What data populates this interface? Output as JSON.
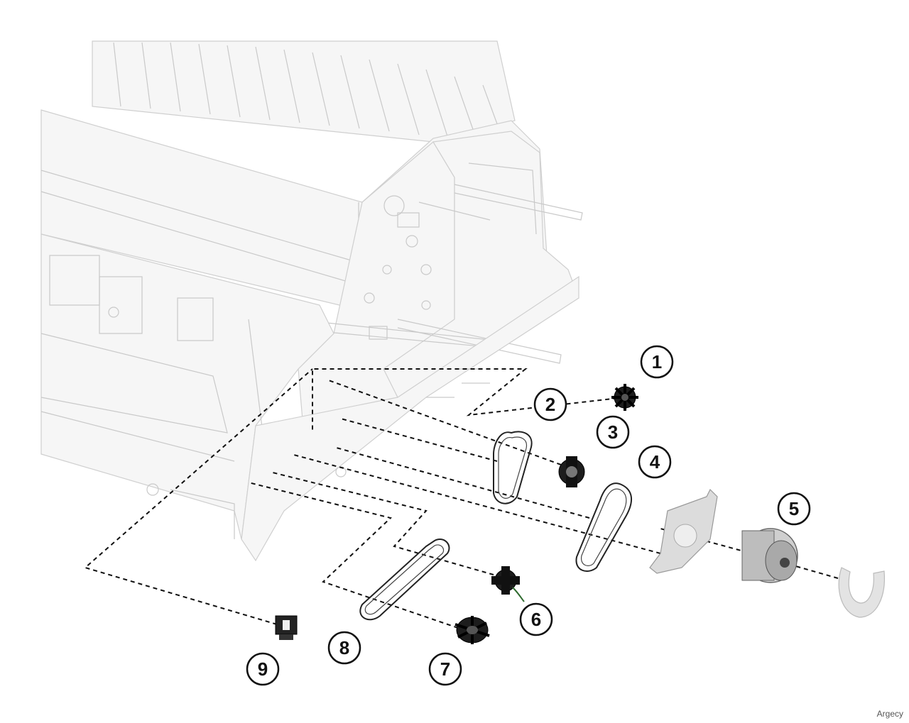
{
  "diagram": {
    "callouts": [
      "1",
      "2",
      "3",
      "4",
      "5",
      "6",
      "7",
      "8",
      "9"
    ]
  },
  "watermark": "Argecy"
}
